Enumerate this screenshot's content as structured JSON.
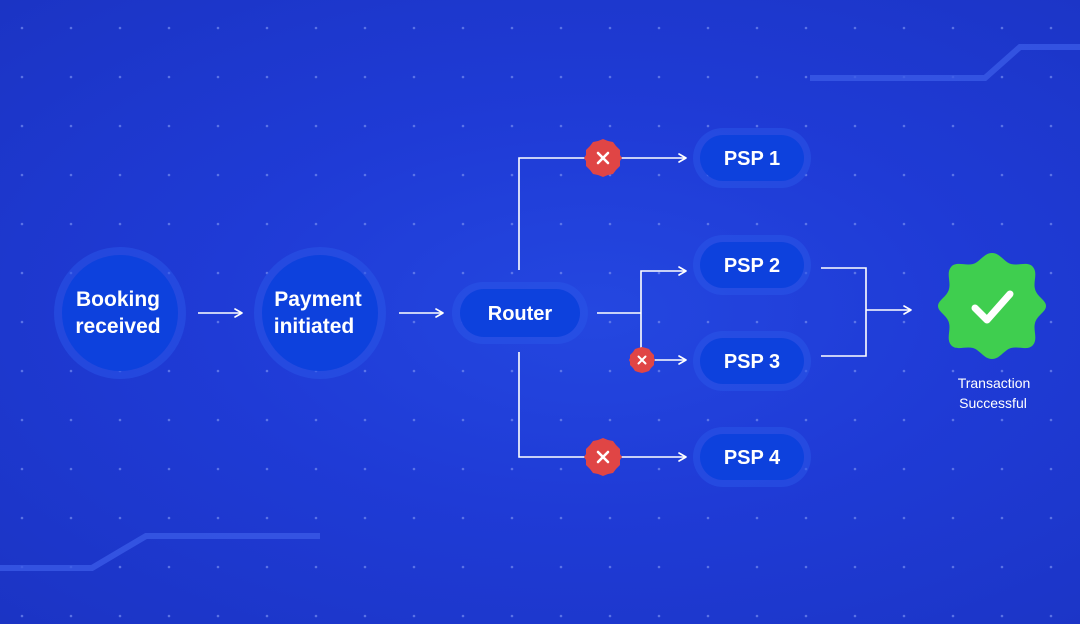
{
  "nodes": {
    "booking": {
      "line1": "Booking",
      "line2": "received"
    },
    "payment": {
      "line1": "Payment",
      "line2": "initiated"
    },
    "router": {
      "label": "Router"
    },
    "psp1": {
      "label": "PSP 1",
      "status": "failed"
    },
    "psp2": {
      "label": "PSP 2",
      "status": "success"
    },
    "psp3": {
      "label": "PSP 3",
      "status": "failed"
    },
    "psp4": {
      "label": "PSP 4",
      "status": "failed"
    }
  },
  "result": {
    "line1": "Transaction",
    "line2": "Successful"
  },
  "colors": {
    "background": "#1f3bd6",
    "node_fill": "#0d41dd",
    "node_glow": "#2a55e8",
    "line": "#ffffff",
    "fail_badge": "#e04545",
    "success_badge": "#3fce4f"
  },
  "icons": {
    "fail": "x-badge-icon",
    "success": "checkmark-badge-icon"
  }
}
